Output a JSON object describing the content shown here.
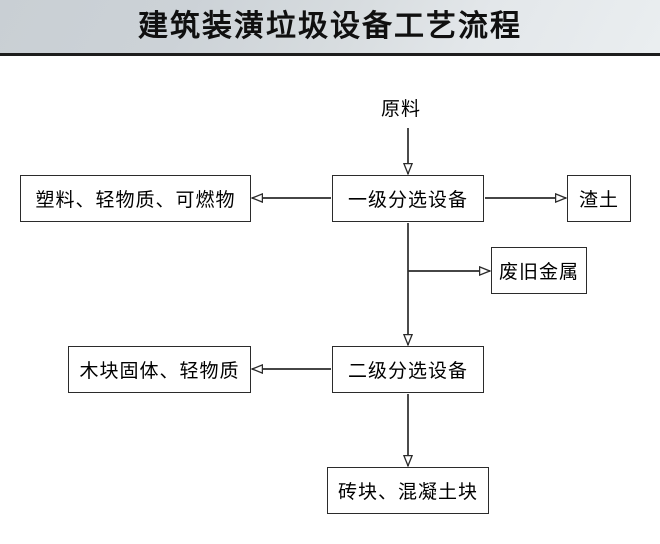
{
  "header": {
    "title": "建筑装潢垃圾设备工艺流程"
  },
  "diagram": {
    "type": "flowchart",
    "orientation": "top-down",
    "nodes": {
      "raw_material": {
        "label": "原料",
        "shape": "plain-text"
      },
      "stage1": {
        "label": "一级分选设备",
        "shape": "rectangle"
      },
      "light_waste": {
        "label": "塑料、轻物质、可燃物",
        "shape": "rectangle"
      },
      "slag": {
        "label": "渣土",
        "shape": "rectangle"
      },
      "scrap_metal": {
        "label": "废旧金属",
        "shape": "rectangle"
      },
      "stage2": {
        "label": "二级分选设备",
        "shape": "rectangle"
      },
      "wood_solids": {
        "label": "木块固体、轻物质",
        "shape": "rectangle"
      },
      "brick_concrete": {
        "label": "砖块、混凝土块",
        "shape": "rectangle"
      }
    },
    "edges": [
      {
        "from": "raw_material",
        "to": "stage1",
        "direction": "down"
      },
      {
        "from": "stage1",
        "to": "light_waste",
        "direction": "left"
      },
      {
        "from": "stage1",
        "to": "slag",
        "direction": "right"
      },
      {
        "from": "stage1",
        "to": "scrap_metal",
        "direction": "right"
      },
      {
        "from": "stage1",
        "to": "stage2",
        "direction": "down"
      },
      {
        "from": "stage2",
        "to": "wood_solids",
        "direction": "left"
      },
      {
        "from": "stage2",
        "to": "brick_concrete",
        "direction": "down"
      }
    ],
    "colors": {
      "line": "#2b2b2b",
      "node_fill": "#ffffff",
      "node_border": "#2b2b2b",
      "text": "#000000",
      "header_gradient_start": "#c9cfd4",
      "header_gradient_end": "#eaeef0",
      "header_rule": "#1d1d1d"
    }
  }
}
